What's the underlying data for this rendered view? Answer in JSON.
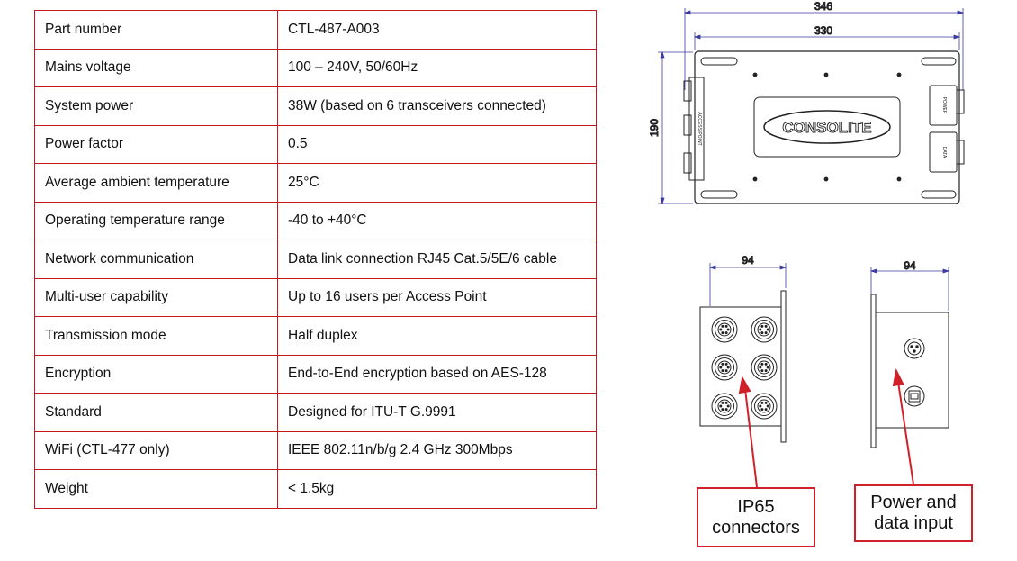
{
  "specs": [
    {
      "label": "Part number",
      "value": "CTL-487-A003"
    },
    {
      "label": "Mains voltage",
      "value": "100 – 240V, 50/60Hz"
    },
    {
      "label": "System power",
      "value": "38W (based on 6 transceivers connected)"
    },
    {
      "label": "Power factor",
      "value": "0.5"
    },
    {
      "label": "Average ambient temperature",
      "value": "25°C"
    },
    {
      "label": "Operating temperature range",
      "value": "-40 to +40°C"
    },
    {
      "label": "Network communication",
      "value": "Data link connection RJ45 Cat.5/5E/6 cable"
    },
    {
      "label": "Multi-user capability",
      "value": "Up to 16 users per Access Point"
    },
    {
      "label": "Transmission mode",
      "value": "Half duplex"
    },
    {
      "label": "Encryption",
      "value": "End-to-End encryption based on AES-128"
    },
    {
      "label": "Standard",
      "value": "Designed for ITU-T G.9991"
    },
    {
      "label": "WiFi (CTL-477 only)",
      "value": "IEEE 802.11n/b/g 2.4 GHz 300Mbps"
    },
    {
      "label": "Weight",
      "value": "< 1.5kg"
    }
  ],
  "drawing": {
    "dim_overall_width": "346",
    "dim_plate_width": "330",
    "dim_height": "190",
    "dim_side_left": "94",
    "dim_side_right": "94",
    "logo_text": "CONSOLITE",
    "label_access_point": "ACCESS POINT",
    "label_power": "POWER",
    "label_data": "DATA"
  },
  "callouts": {
    "ip65": "IP65 connectors",
    "power_data": "Power and data input"
  },
  "colors": {
    "table_border": "#c8161d",
    "dimension": "#3a3aa0",
    "callout": "#d0202a"
  }
}
